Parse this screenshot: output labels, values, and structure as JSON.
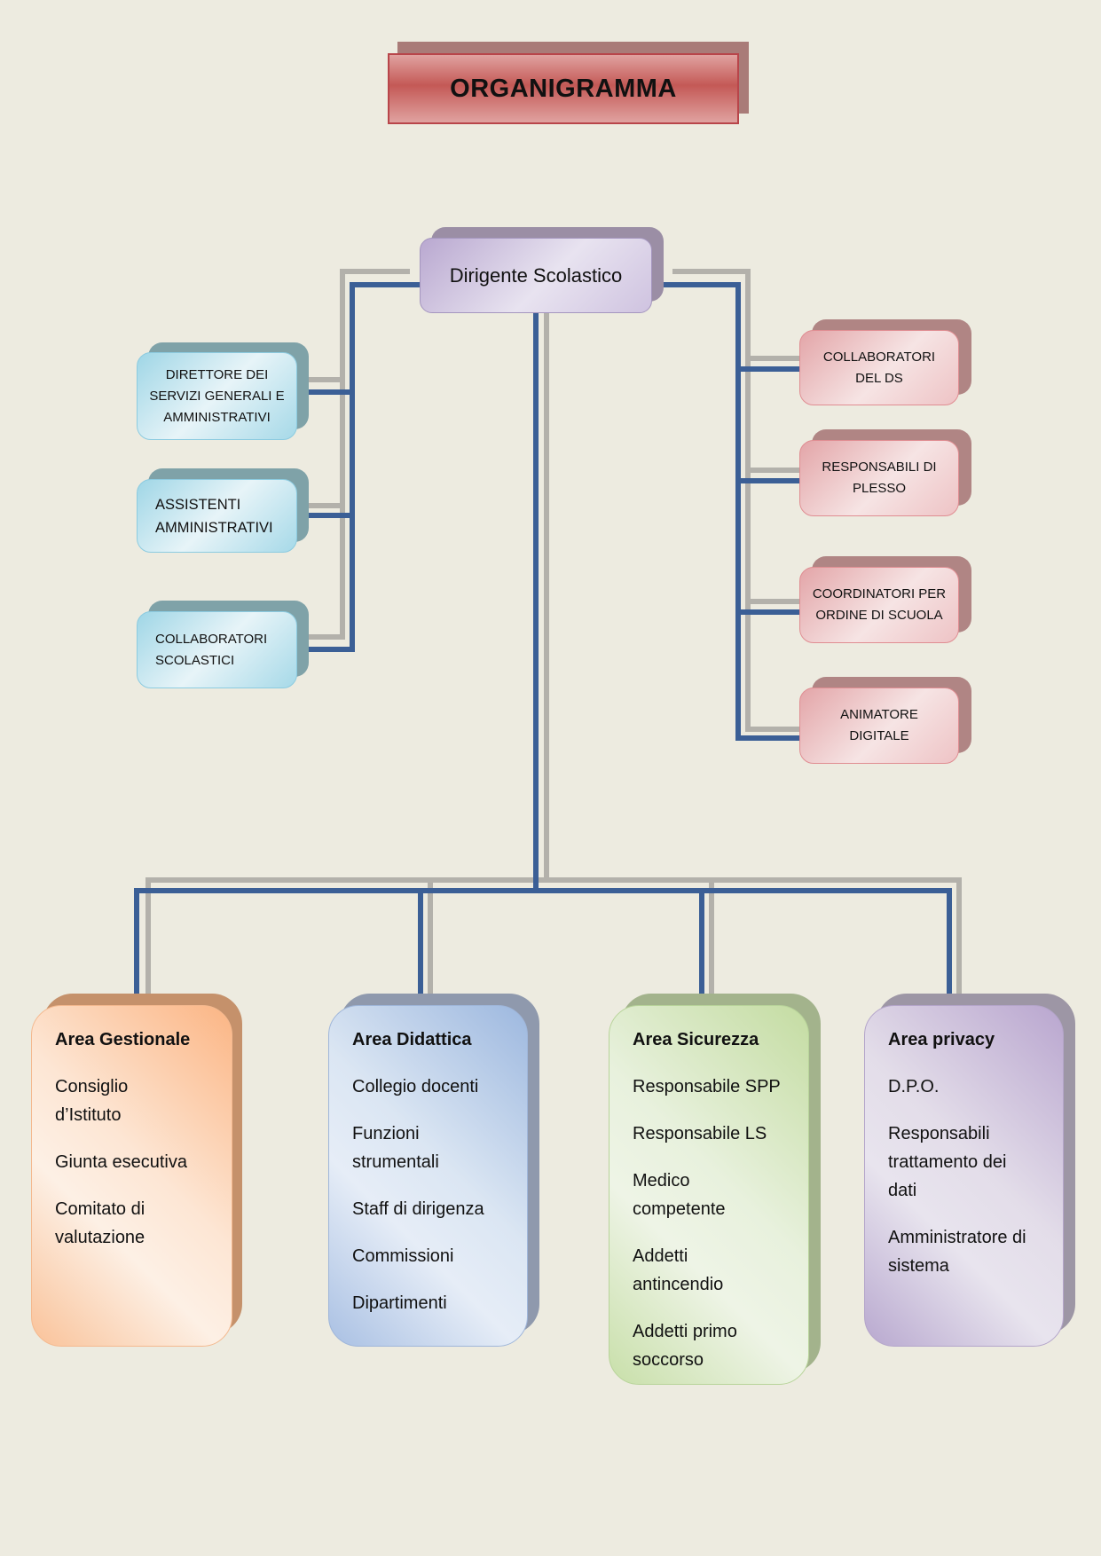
{
  "title": "ORGANIGRAMMA",
  "root": "Dirigente Scolastico",
  "left_branch": [
    "DIRETTORE DEI\nSERVIZI GENERALI E\nAMMINISTRATIVI",
    "ASSISTENTI\nAMMINISTRATIVI",
    "COLLABORATORI\nSCOLASTICI"
  ],
  "right_branch": [
    "COLLABORATORI\nDEL DS",
    "RESPONSABILI DI\nPLESSO",
    "COORDINATORI PER\nORDINE DI SCUOLA",
    "ANIMATORE\nDIGITALE"
  ],
  "areas": [
    {
      "title": "Area  Gestionale",
      "items": [
        "Consiglio\nd’Istituto",
        "Giunta esecutiva",
        "Comitato di\nvalutazione"
      ]
    },
    {
      "title": "Area Didattica",
      "items": [
        "Collegio docenti",
        "Funzioni\nstrumentali",
        "Staff di dirigenza",
        "Commissioni",
        "Dipartimenti"
      ]
    },
    {
      "title": "Area  Sicurezza",
      "items": [
        "Responsabile SPP",
        "Responsabile LS",
        "Medico\ncompetente",
        "Addetti\nantincendio",
        "Addetti primo\nsoccorso"
      ]
    },
    {
      "title": "Area  privacy",
      "items": [
        "D.P.O.",
        "Responsabili\ntrattamento dei\ndati",
        "Amministratore di\nsistema"
      ]
    }
  ],
  "colors": {
    "connector": "#3b5f96",
    "connector_shadow": "#b3b1ab",
    "background": "#edebe0"
  }
}
